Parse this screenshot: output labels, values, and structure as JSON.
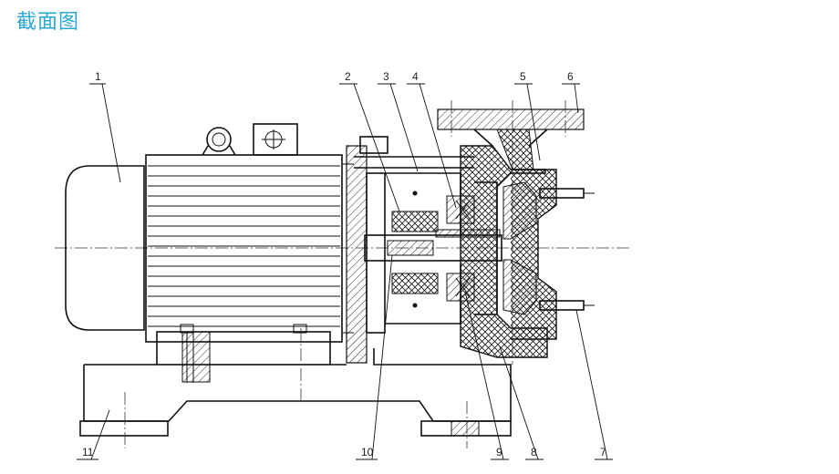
{
  "title": "截面图",
  "callouts": [
    "1",
    "2",
    "3",
    "4",
    "5",
    "6",
    "7",
    "8",
    "9",
    "10",
    "11"
  ],
  "colors": {
    "title": "#2aa7d6",
    "line": "#111111"
  }
}
